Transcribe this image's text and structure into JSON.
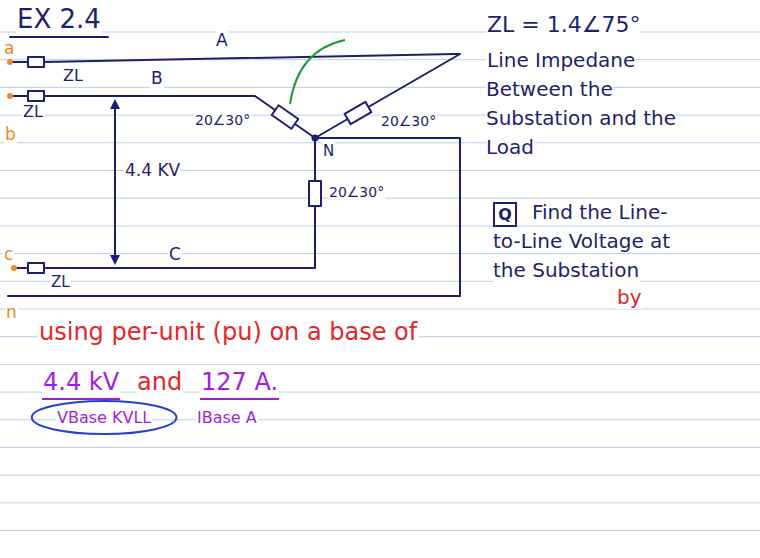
{
  "diagram": {
    "title": "EX 2.4",
    "nodes": [
      {
        "text": [
          "Q"
        ]
      }
    ],
    "labels": [
      "a",
      "ZL",
      "A",
      "B",
      "ZL",
      "b",
      "20∠30°",
      "20∠30°",
      "4.4 KV",
      "N",
      "20∠30°",
      "C",
      "c",
      "ZL",
      "n",
      "ZL = 1.4∠75°",
      "Line Impedane Between the Substation and the Load",
      "Find the Line-to-Line Voltage at the Substation",
      "by",
      "using per-unit (pu) on a base of",
      "4.4 kV",
      "and",
      "127 A.",
      "VBase KVLL",
      "IBase A"
    ]
  }
}
